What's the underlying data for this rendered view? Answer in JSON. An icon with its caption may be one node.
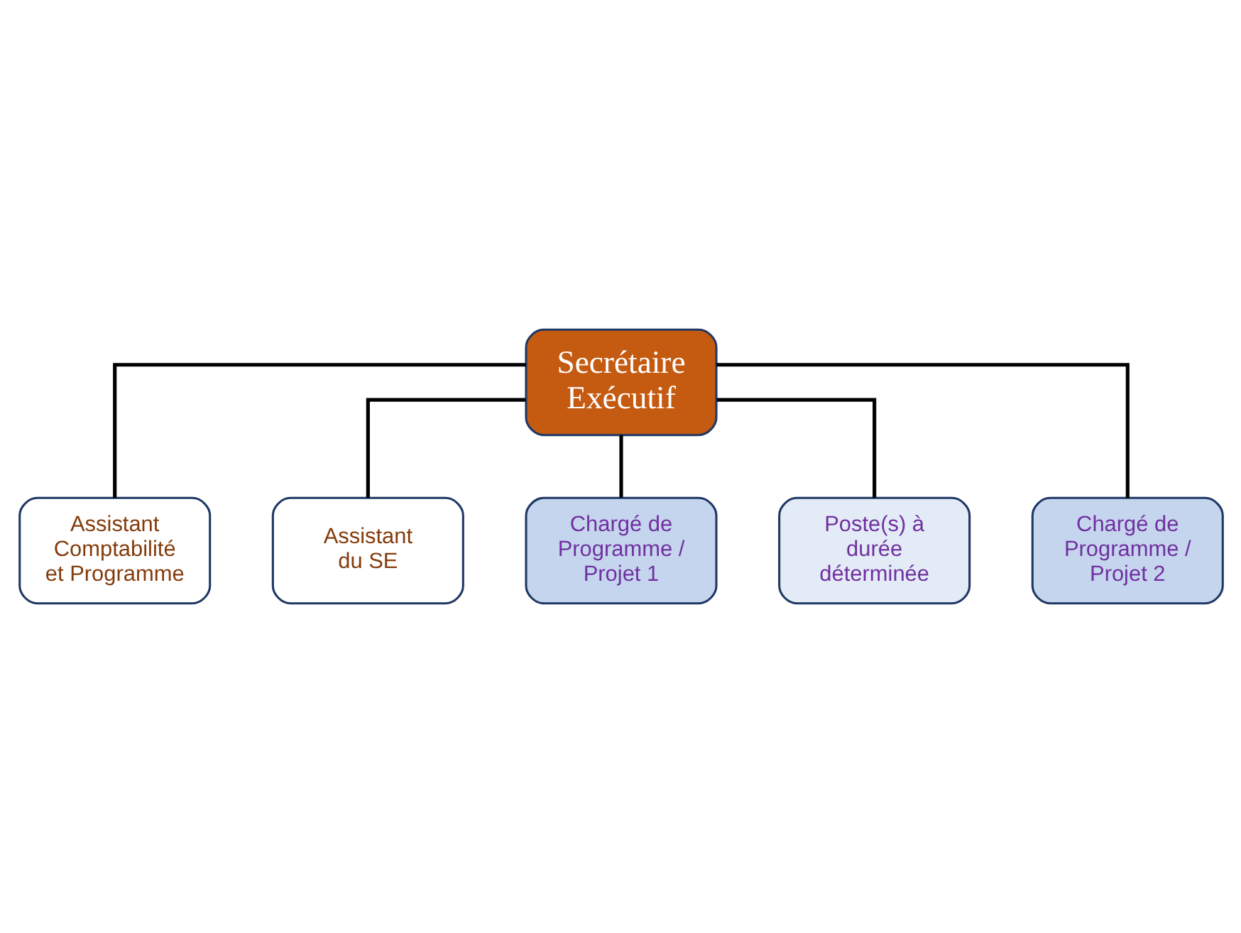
{
  "diagram": {
    "nodes": [
      {
        "text": [
          "Secrétaire Exécutif"
        ]
      },
      {
        "text": [
          "Assistant Comptabilité et Programme"
        ]
      },
      {
        "text": [
          "Assistant du SE"
        ]
      },
      {
        "text": [
          "Chargé de Programme / Projet 1"
        ]
      },
      {
        "text": [
          "Poste(s) à durée déterminée"
        ]
      },
      {
        "text": [
          "Chargé de Programme / Projet 2"
        ]
      }
    ],
    "edges": [
      {
        "from": 0,
        "to": 1,
        "arrow": "none"
      },
      {
        "from": 0,
        "to": 2,
        "arrow": "none"
      },
      {
        "from": 0,
        "to": 3,
        "arrow": "none"
      },
      {
        "from": 0,
        "to": 4,
        "arrow": "none"
      },
      {
        "from": 0,
        "to": 5,
        "arrow": "none"
      }
    ]
  }
}
